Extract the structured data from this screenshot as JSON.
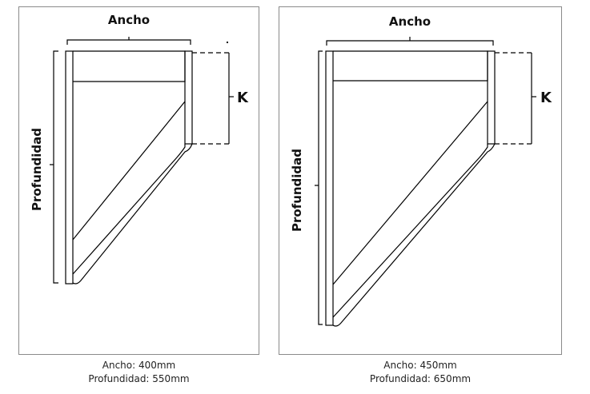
{
  "diagrams": [
    {
      "dimension_labels": {
        "width": "Ancho",
        "depth": "Profundidad",
        "k": "K"
      },
      "caption": {
        "width_line": "Ancho: 400mm",
        "depth_line": "Profundidad: 550mm"
      }
    },
    {
      "dimension_labels": {
        "width": "Ancho",
        "depth": "Profundidad",
        "k": "K"
      },
      "caption": {
        "width_line": "Ancho: 450mm",
        "depth_line": "Profundidad: 650mm"
      }
    }
  ]
}
